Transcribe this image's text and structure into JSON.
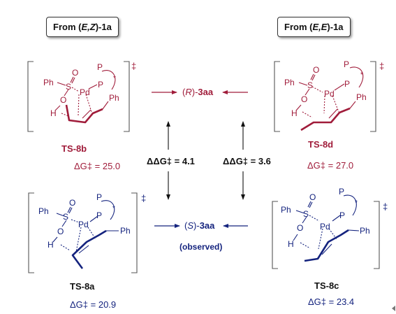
{
  "headers": {
    "left": {
      "pre": "From (",
      "stereo": "E,Z",
      "post": ")-1a"
    },
    "right": {
      "pre": "From (",
      "stereo": "E,E",
      "post": ")-1a"
    }
  },
  "transition_states": {
    "ts8b": {
      "name": "TS-8b",
      "energy": "ΔG‡ = 25.0"
    },
    "ts8d": {
      "name": "TS-8d",
      "energy": "ΔG‡ = 27.0"
    },
    "ts8a": {
      "name": "TS-8a",
      "energy": "ΔG‡ = 20.9"
    },
    "ts8c": {
      "name": "TS-8c",
      "energy": "ΔG‡ = 23.4"
    }
  },
  "structure_labels": {
    "ph": "Ph",
    "s": "S",
    "o": "O",
    "h": "H",
    "pd": "Pd",
    "p": "P",
    "star": "*",
    "dagger": "‡"
  },
  "products": {
    "top": {
      "prefix": "(",
      "stereo": "R",
      "suffix": ")-",
      "code": "3aa"
    },
    "bottom": {
      "prefix": "(",
      "stereo": "S",
      "suffix": ")-",
      "code": "3aa"
    },
    "observed": "(observed)"
  },
  "ddg": {
    "left": "ΔΔG‡ = 4.1",
    "right": "ΔΔG‡ = 3.6"
  },
  "colors": {
    "red": "#a01c3a",
    "blue": "#14237e",
    "black": "#111111",
    "grey": "#777777"
  }
}
